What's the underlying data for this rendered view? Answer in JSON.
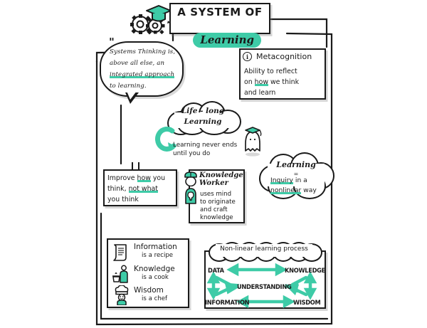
{
  "poster": {
    "title_line1": "A SYSTEM OF",
    "title_line2": "Learning",
    "accent_color": "#3ECBA7",
    "ink_color": "#1A1A1A",
    "background_color": "#FFFFFF",
    "header_icon": "graduation-cap-gears-icon"
  },
  "quote": {
    "quote_mark": "\"",
    "line1": "Systems Thinking is,",
    "line2": "above all else, an",
    "line3_highlight": "integrated approach",
    "line4": "to learning."
  },
  "metacognition": {
    "icon": "info-circle-icon",
    "icon_glyph": "i",
    "title": "Metacognition",
    "body_line1": "Ability to reflect",
    "body_line2_pre": "on ",
    "body_line2_highlight": "how",
    "body_line2_post": " we think",
    "body_line3": "and learn"
  },
  "lifelong": {
    "cloud_line1": "Life - long",
    "cloud_line2": "Learning",
    "arrow_icon": "circular-arrow-icon",
    "sub_line1": "Learning never ends",
    "sub_line2": "until you do",
    "figure_icon": "graduate-ghost-icon"
  },
  "learning_def": {
    "title": "Learning",
    "equals": "=",
    "line1_highlight": "Inquiry",
    "line1_post": " in a",
    "line2_highlight": "nonlinear",
    "line2_post": " way"
  },
  "improve": {
    "clip_icon": "paper-clip-icon",
    "line1_pre": "Improve ",
    "line1_highlight": "how",
    "line1_post": " you",
    "line2_pre": "think, ",
    "line2_highlight": "not what",
    "line3": "you think"
  },
  "knowledge_worker": {
    "icon_hardhat": "hardhat-worker-icon",
    "icon_lightbulb": "lightbulb-head-icon",
    "title_line1": "Knowledge",
    "title_line2": "Worker",
    "body_line1": "uses mind",
    "body_line2": "to originate",
    "body_line3": "and craft",
    "body_line4": "knowledge"
  },
  "metaphors": {
    "items": [
      {
        "icon": "scroll-recipe-icon",
        "main": "Information",
        "sub": "is a recipe"
      },
      {
        "icon": "cook-pot-icon",
        "main": "Knowledge",
        "sub": "is a cook"
      },
      {
        "icon": "chef-hat-icon",
        "main": "Wisdom",
        "sub": "is a chef"
      }
    ]
  },
  "nonlinear": {
    "title": "Non-linear learning process",
    "nodes": {
      "data": "DATA",
      "knowledge": "KNOWLEDGE",
      "understanding": "UNDERSTANDING",
      "information": "INFORMATION",
      "wisdom": "WISDOM"
    },
    "connections": [
      {
        "from": "DATA",
        "to": "KNOWLEDGE",
        "style": "double-arrow"
      },
      {
        "from": "DATA",
        "to": "INFORMATION",
        "style": "double-arrow"
      },
      {
        "from": "INFORMATION",
        "to": "WISDOM",
        "style": "double-arrow"
      },
      {
        "from": "KNOWLEDGE",
        "to": "WISDOM",
        "style": "double-arrow"
      },
      {
        "from": "DATA",
        "to": "UNDERSTANDING",
        "style": "arrow"
      },
      {
        "from": "INFORMATION",
        "to": "UNDERSTANDING",
        "style": "arrow"
      },
      {
        "from": "KNOWLEDGE",
        "to": "UNDERSTANDING",
        "style": "arrow"
      },
      {
        "from": "WISDOM",
        "to": "UNDERSTANDING",
        "style": "arrow"
      }
    ]
  },
  "chart_data": {
    "type": "diagram",
    "title": "Non-linear learning process",
    "nodes": [
      "DATA",
      "KNOWLEDGE",
      "UNDERSTANDING",
      "INFORMATION",
      "WISDOM"
    ],
    "edges": [
      [
        "DATA",
        "KNOWLEDGE"
      ],
      [
        "DATA",
        "INFORMATION"
      ],
      [
        "INFORMATION",
        "WISDOM"
      ],
      [
        "KNOWLEDGE",
        "WISDOM"
      ],
      [
        "DATA",
        "UNDERSTANDING"
      ],
      [
        "INFORMATION",
        "UNDERSTANDING"
      ],
      [
        "KNOWLEDGE",
        "UNDERSTANDING"
      ],
      [
        "WISDOM",
        "UNDERSTANDING"
      ]
    ],
    "edge_color": "#3ECBA7",
    "layout": "four-corners-with-center"
  }
}
